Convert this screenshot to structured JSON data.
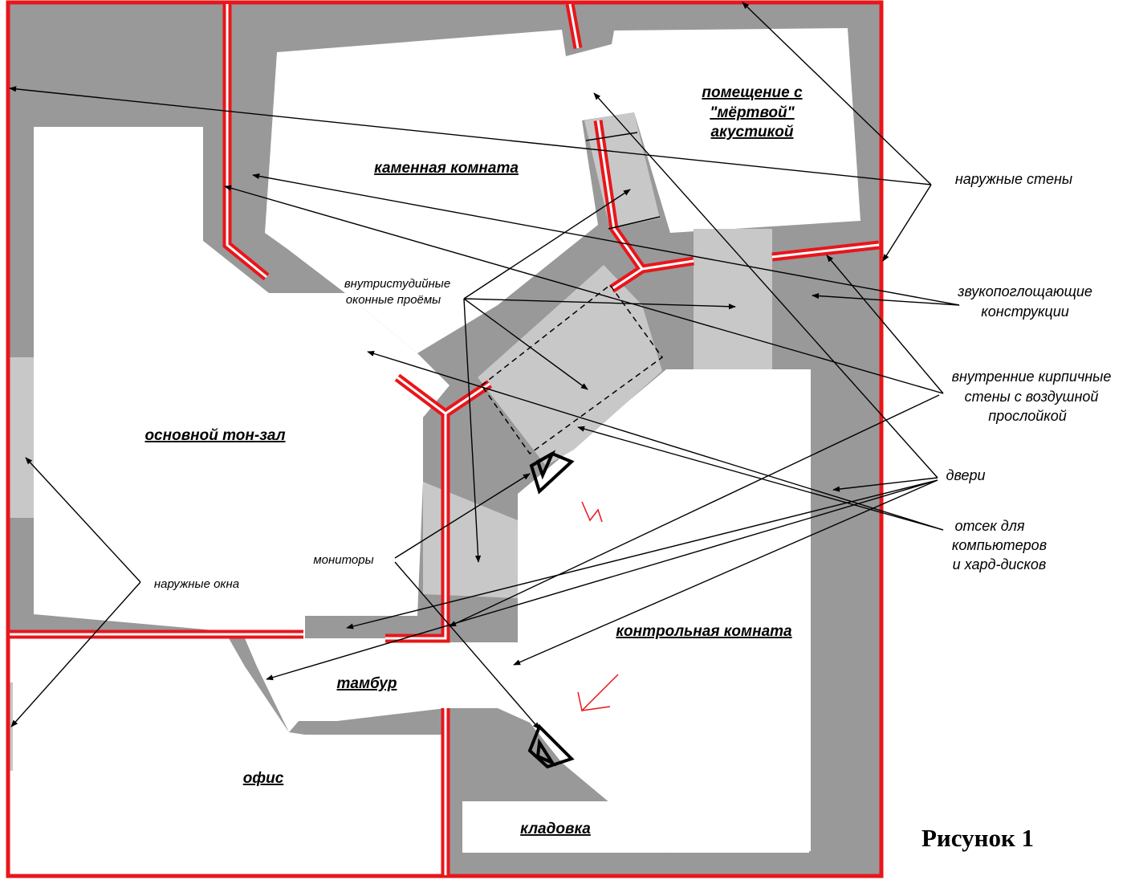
{
  "rooms": {
    "main_hall": "основной тон-зал",
    "stone_room": "каменная комната",
    "dead_room_line1": "помещение с",
    "dead_room_line2": "\"мёртвой\"",
    "dead_room_line3": "акустикой",
    "control_room": "контрольная комната",
    "vestibule": "тамбур",
    "office": "офис",
    "storage": "кладовка"
  },
  "callouts": {
    "outer_walls": "наружные стены",
    "absorbers_line1": "звукопоглощающие",
    "absorbers_line2": "конструкции",
    "brick_walls_line1": "внутренние кирпичные",
    "brick_walls_line2": "стены с воздушной",
    "brick_walls_line3": "прослойкой",
    "doors": "двери",
    "computer_bay_line1": "отсек для",
    "computer_bay_line2": "компьютеров",
    "computer_bay_line3": "и хард-дисков",
    "studio_windows_line1": "внутристудийные",
    "studio_windows_line2": "оконные проёмы",
    "outer_windows": "наружные окна",
    "monitors": "мониторы"
  },
  "figure_caption": "Рисунок 1",
  "colors": {
    "wall_fill": "#999999",
    "absorber_fill": "#c8c8c8",
    "brick_red": "#e8161b",
    "room_fill": "#ffffff",
    "line": "#000000"
  }
}
